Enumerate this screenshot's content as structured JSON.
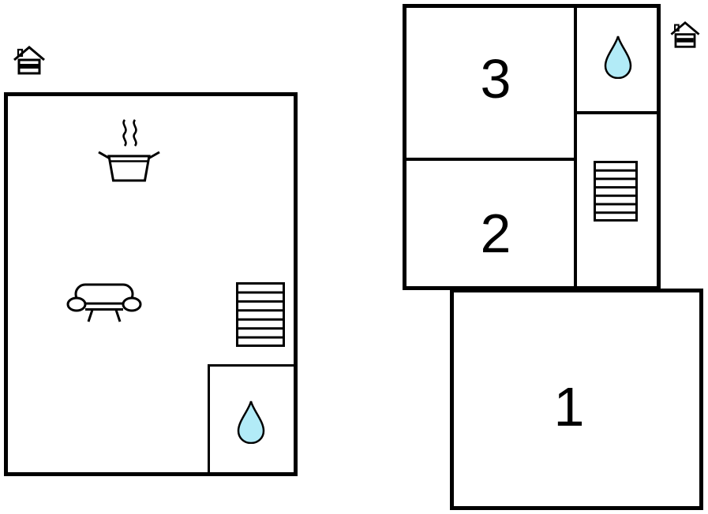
{
  "document": {
    "type": "floor-plan",
    "background": "#ffffff"
  },
  "colors": {
    "wall": "#000000",
    "water": "#b2ebf7"
  },
  "ground_floor": {
    "icons": {
      "entrance": "entrance-house-icon",
      "stove": "cooking-pot-with-steam-icon",
      "sofa": "sofa-icon",
      "stairs": "staircase-icon",
      "bathroom": "water-drop-icon"
    }
  },
  "upper_floor": {
    "rooms": [
      {
        "id": "room-3",
        "label": "3"
      },
      {
        "id": "room-2",
        "label": "2"
      },
      {
        "id": "room-1",
        "label": "1"
      }
    ],
    "icons": {
      "entrance": "entrance-house-icon",
      "stairs": "staircase-icon",
      "bathroom": "water-drop-icon"
    }
  }
}
